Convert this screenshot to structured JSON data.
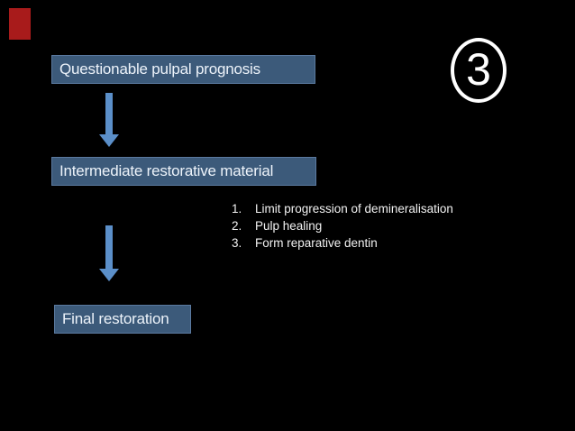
{
  "slide": {
    "badge": {
      "number": "3"
    },
    "flow": {
      "step1": "Questionable pulpal prognosis",
      "step2": "Intermediate restorative material",
      "step3": "Final restoration"
    },
    "annotations": [
      {
        "num": "1.",
        "text": "Limit progression of demineralisation"
      },
      {
        "num": "2.",
        "text": "Pulp healing"
      },
      {
        "num": "3.",
        "text": "Form reparative dentin"
      }
    ],
    "colors": {
      "background": "#000000",
      "box_fill": "#3c5a7a",
      "box_border": "#5b7aa0",
      "box_text": "#edf3fa",
      "arrow": "#5b8fc9",
      "marker_red": "#a81b1b",
      "badge_white": "#ffffff",
      "list_text": "#f2f2f2"
    }
  }
}
